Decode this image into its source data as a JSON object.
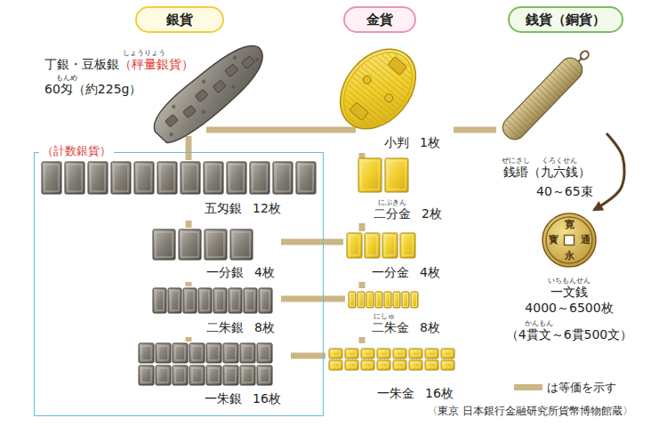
{
  "diagram": {
    "caption": "〈東京 日本銀行金融研究所貨幣博物館蔵〉",
    "nodes": [
      {
        "text": [
          "銀貨"
        ]
      },
      {
        "text": [
          "金貨"
        ]
      },
      {
        "text": [
          "銭貨（銅貨）"
        ]
      },
      {
        "text": [
          "丁銀・豆板銀",
          "（秤量銀貨）",
          "60匁（約225g）"
        ]
      },
      {
        "text": [
          "小判",
          "1枚"
        ]
      },
      {
        "text": [
          "銭緡（九六銭）",
          "40～65束"
        ]
      },
      {
        "text": [
          "（計数銀貨）"
        ]
      },
      {
        "text": [
          "五匁銀",
          "12枚"
        ],
        "in": 6
      },
      {
        "text": [
          "一分銀",
          "4枚"
        ],
        "in": 6
      },
      {
        "text": [
          "二朱銀",
          "8枚"
        ],
        "in": 6
      },
      {
        "text": [
          "一朱銀",
          "16枚"
        ],
        "in": 6
      },
      {
        "text": [
          "二分金",
          "2枚"
        ]
      },
      {
        "text": [
          "一分金",
          "4枚"
        ]
      },
      {
        "text": [
          "二朱金",
          "8枚"
        ]
      },
      {
        "text": [
          "一朱金",
          "16枚"
        ]
      },
      {
        "text": [
          "一文銭",
          "4000～6500枚",
          "（4貫文～6貫500文）"
        ]
      }
    ],
    "edges": [
      {
        "from": 3,
        "to": 4,
        "arrow": "none"
      },
      {
        "from": 4,
        "to": 5,
        "arrow": "none"
      },
      {
        "from": 3,
        "to": 7,
        "arrow": "none"
      },
      {
        "from": 7,
        "to": 8,
        "arrow": "none"
      },
      {
        "from": 8,
        "to": 9,
        "arrow": "none"
      },
      {
        "from": 9,
        "to": 10,
        "arrow": "none"
      },
      {
        "from": 4,
        "to": 11,
        "arrow": "none"
      },
      {
        "from": 11,
        "to": 12,
        "arrow": "none"
      },
      {
        "from": 12,
        "to": 13,
        "arrow": "none"
      },
      {
        "from": 13,
        "to": 14,
        "arrow": "none"
      },
      {
        "from": 8,
        "to": 12,
        "arrow": "none"
      },
      {
        "from": 9,
        "to": 13,
        "arrow": "none"
      },
      {
        "from": 10,
        "to": 14,
        "arrow": "none"
      },
      {
        "from": 5,
        "to": 15,
        "arrow": "to"
      }
    ],
    "labels": [
      "しょうりょう",
      "もんめ",
      "ぜにさし",
      "くろくせん",
      "にぶきん",
      "にしゅ",
      "寛",
      "永",
      "通",
      "寳",
      "いちもんせん",
      "かんもん"
    ],
    "legend": [
      {
        "text": "は等価を示す",
        "color": "#cbb685"
      }
    ]
  }
}
